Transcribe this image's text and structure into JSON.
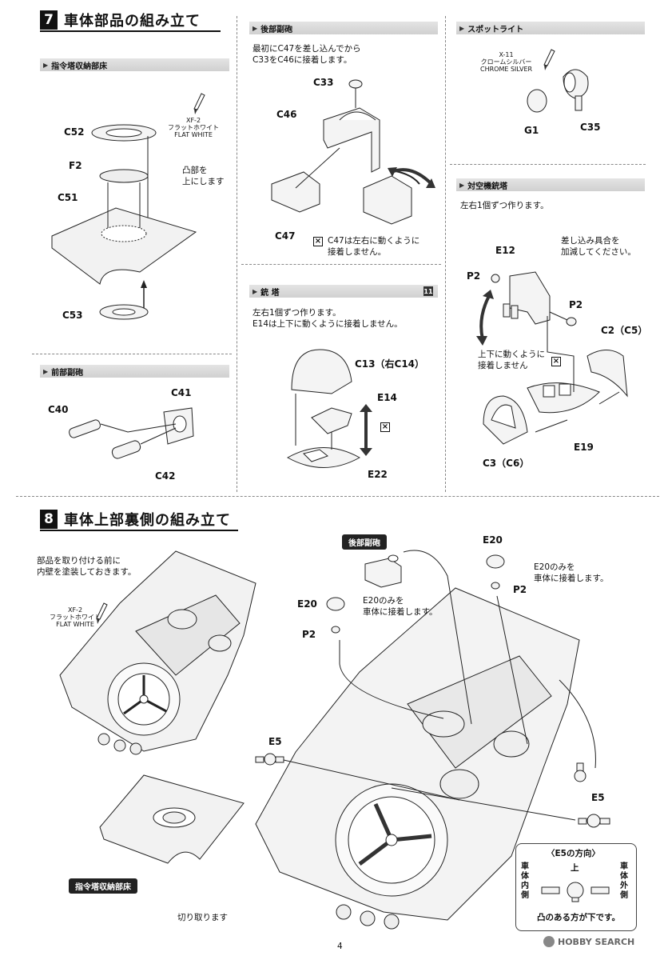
{
  "step7": {
    "number": "7",
    "title": "車体部品の組み立て",
    "cupola_floor": {
      "header": "指令塔収納部床",
      "paint_code": "XF-2",
      "paint_jp": "フラットホワイト",
      "paint_en": "FLAT WHITE",
      "note_line1": "凸部を",
      "note_line2": "上にします",
      "parts": [
        "C52",
        "F2",
        "C51",
        "C53"
      ]
    },
    "front_gun": {
      "header": "前部副砲",
      "parts": [
        "C41",
        "C40",
        "C42"
      ]
    },
    "rear_gun": {
      "header": "後部副砲",
      "line1": "最初にC47を差し込んでから",
      "line2": "C33をC46に接着します。",
      "parts": [
        "C33",
        "C46",
        "C47"
      ],
      "warn_line1": "C47は左右に動くように",
      "warn_line2": "接着しません。"
    },
    "turret": {
      "header": "銃 塔",
      "badge": "11",
      "line1": "左右1個ずつ作ります。",
      "line2": "E14は上下に動くように接着しません。",
      "parts": [
        "C13（右C14）",
        "E14",
        "E22"
      ]
    },
    "spotlight": {
      "header": "スポットライト",
      "paint_code": "X-11",
      "paint_jp": "クロームシルバー",
      "paint_en": "CHROME SILVER",
      "parts": [
        "G1",
        "C35"
      ]
    },
    "aa_turret": {
      "header": "対空機銃塔",
      "line1": "左右1個ずつ作ります。",
      "fit_line1": "差し込み具合を",
      "fit_line2": "加減してください。",
      "move_line1": "上下に動くように",
      "move_line2": "接着しません",
      "parts": [
        "E12",
        "P2",
        "P2",
        "C2（C5）",
        "E19",
        "C3（C6）"
      ]
    }
  },
  "step8": {
    "number": "8",
    "title": "車体上部裏側の組み立て",
    "paint_note1": "部品を取り付ける前に",
    "paint_note2": "内壁を塗装しておきます。",
    "paint_code": "XF-2",
    "paint_jp": "フラットホワイト",
    "paint_en": "FLAT WHITE",
    "tag_rear_gun": "後部副砲",
    "tag_cupola_floor": "指令塔収納部床",
    "cut_note": "切り取ります",
    "e20_left": "E20",
    "e20_left_note1": "E20のみを",
    "e20_left_note2": "車体に接着します。",
    "p2_left": "P2",
    "e20_right": "E20",
    "e20_right_note1": "E20のみを",
    "e20_right_note2": "車体に接着します。",
    "p2_right": "P2",
    "e5_left": "E5",
    "e5_right": "E5",
    "direction": {
      "title": "〈E5の方向〉",
      "top": "上",
      "inner": [
        "車",
        "体",
        "内",
        "側"
      ],
      "outer": [
        "車",
        "体",
        "外",
        "側"
      ],
      "note": "凸のある方が下です。"
    }
  },
  "footer": {
    "page": "4",
    "watermark": "HOBBY SEARCH"
  }
}
